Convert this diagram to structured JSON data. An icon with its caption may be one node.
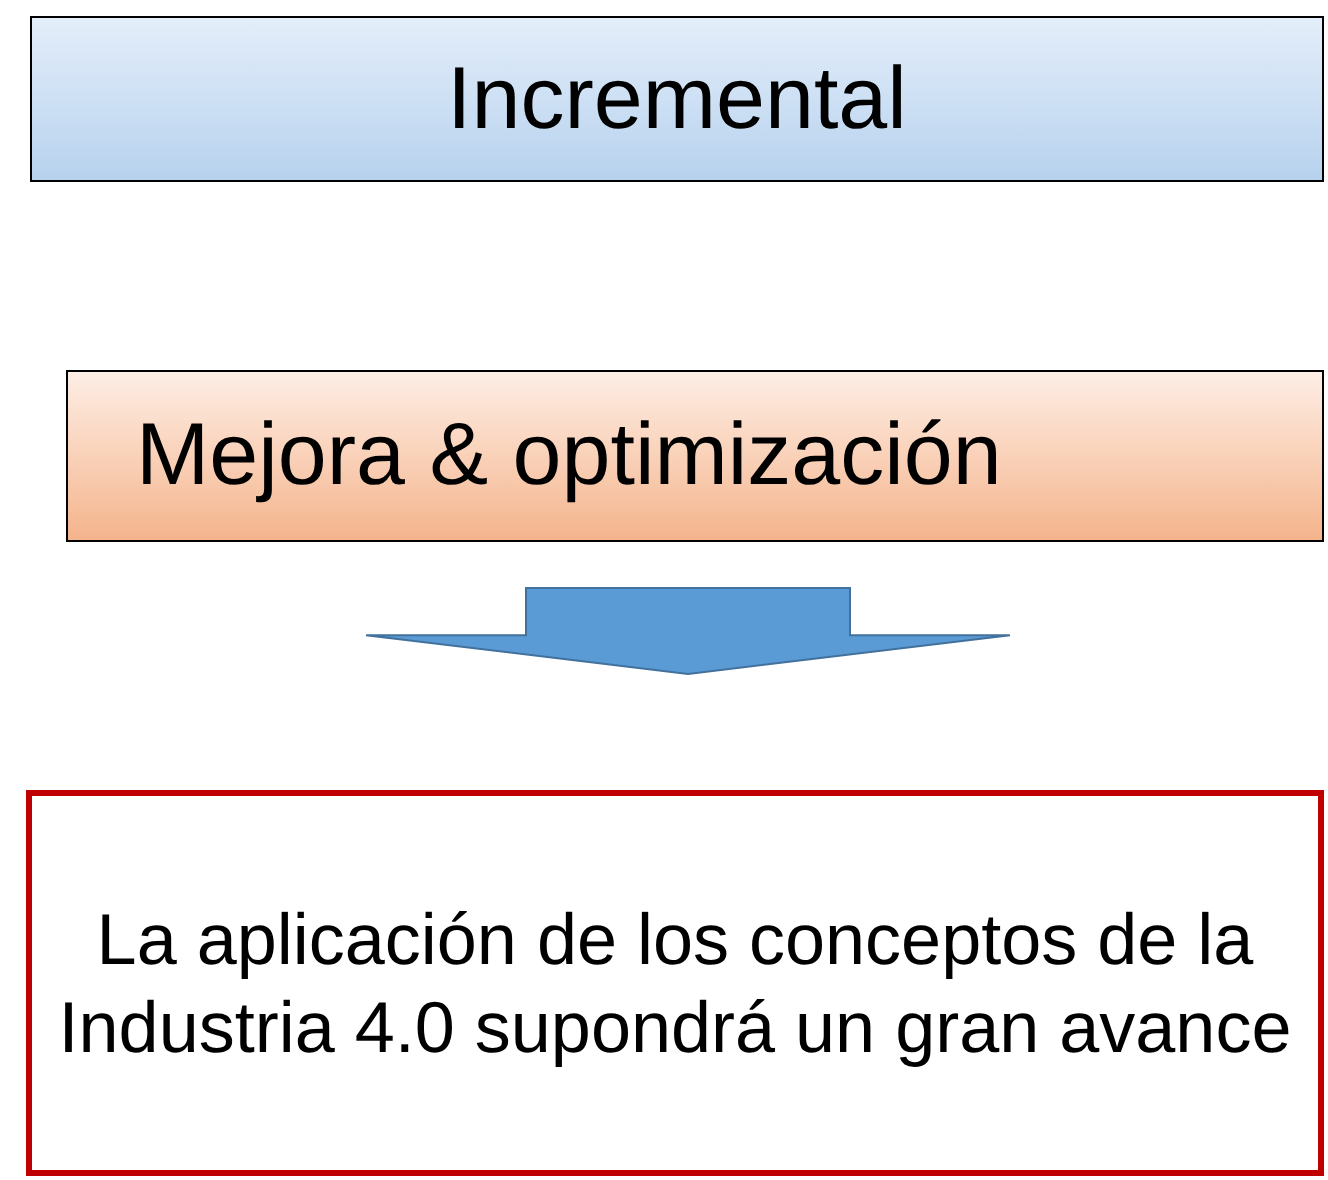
{
  "diagram": {
    "nodes": [
      {
        "text": [
          "Incremental"
        ]
      },
      {
        "text": [
          "Mejora & optimización"
        ]
      },
      {
        "text": [
          "La aplicación de los conceptos de la Industria 4.0 supondrá un gran avance"
        ]
      }
    ],
    "edges": [
      {
        "from": 1,
        "to": 2,
        "arrow": "to"
      }
    ]
  }
}
